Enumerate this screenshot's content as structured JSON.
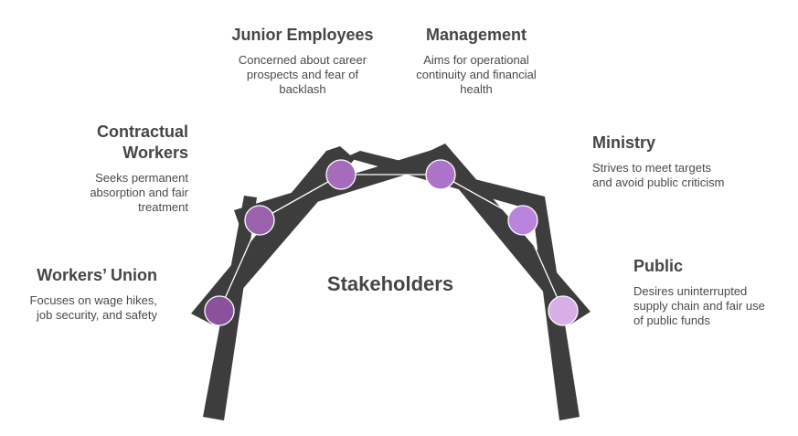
{
  "center_label": "Stakeholders",
  "colors": {
    "bar": "#3d3d3d",
    "connector": "#ffffff",
    "workers_union": "#8a529c",
    "contractual_workers": "#9a62ad",
    "junior_employees": "#a46cbb",
    "management": "#ad73c8",
    "ministry": "#bb84dc",
    "public": "#d7aee8"
  },
  "stakeholders": [
    {
      "name": "Workers’ Union",
      "description": "Focuses on wage hikes, job security, and safety"
    },
    {
      "name": "Contractual Workers",
      "description": "Seeks permanent absorption and fair treatment"
    },
    {
      "name": "Junior Employees",
      "description": "Concerned about career prospects and fear of backlash"
    },
    {
      "name": "Management",
      "description": "Aims for operational continuity and financial health"
    },
    {
      "name": "Ministry",
      "description": "Strives to meet targets and avoid public criticism"
    },
    {
      "name": "Public",
      "description": "Desires uninterrupted supply chain and fair use of public funds"
    }
  ]
}
